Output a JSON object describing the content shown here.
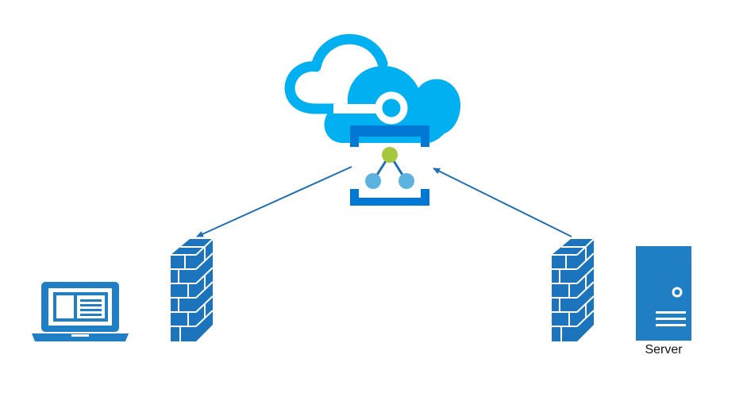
{
  "colors": {
    "cloud_light": "#00b0f0",
    "cloud_dark": "#0078d4",
    "device_blue": "#1f7ec4",
    "firewall_blue": "#1c75bc",
    "node_green": "#a7c83c",
    "node_blue": "#5cb3e0",
    "arrow": "#1f6fb5",
    "white": "#ffffff"
  },
  "nodes": [
    {
      "id": "cloud-service",
      "icon": "cloud-connect-icon"
    },
    {
      "id": "laptop",
      "icon": "laptop-icon"
    },
    {
      "id": "firewall-left",
      "icon": "firewall-icon"
    },
    {
      "id": "firewall-right",
      "icon": "firewall-icon"
    },
    {
      "id": "server",
      "icon": "server-icon",
      "label": "Server"
    }
  ],
  "edges": [
    {
      "from": "cloud-service",
      "to": "firewall-left"
    },
    {
      "from": "firewall-right",
      "to": "cloud-service"
    }
  ]
}
